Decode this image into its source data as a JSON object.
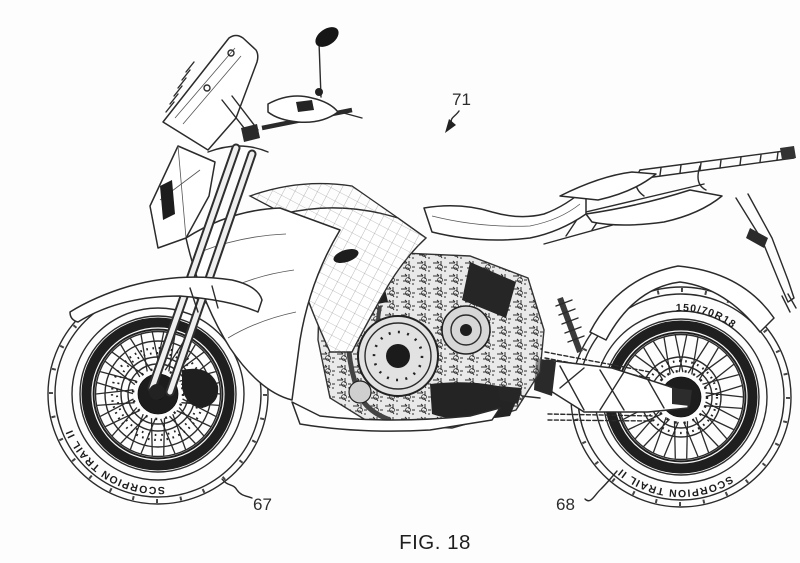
{
  "palette": {
    "ink": "#2b2b2b",
    "ink_dark": "#161616",
    "paper": "#fdfdfd"
  },
  "figure": {
    "caption": "FIG. 18"
  },
  "callouts": {
    "c71": "71",
    "c67": "67",
    "c68": "68"
  },
  "tires": {
    "front_brand": "SCORPION TRAIL II",
    "rear_brand": "SCORPION TRAIL II",
    "rear_size": "150/70R18"
  }
}
